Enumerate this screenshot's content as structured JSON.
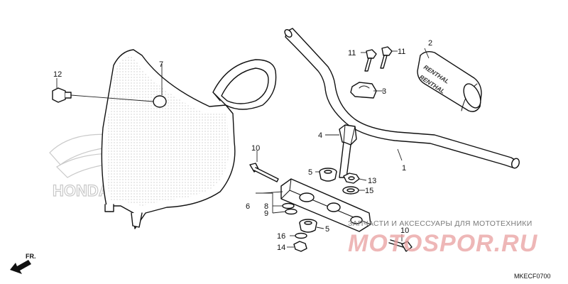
{
  "diagram_code": "MKECF0700",
  "front_label": "FR.",
  "watermark": {
    "text": "ЗАПЧАСТИ И АКСЕССУАРЫ ДЛЯ МОТОТЕХНИКИ",
    "logo": "MOTOSPOR.RU",
    "color": "#e07070"
  },
  "brand_mark": "HONDA",
  "pad_brand": "RENTHAL",
  "callouts": {
    "c1": "1",
    "c2": "2",
    "c3": "3",
    "c4": "4",
    "c5a": "5",
    "c5b": "5",
    "c6": "6",
    "c7": "7",
    "c8": "8",
    "c9": "9",
    "c10a": "10",
    "c10b": "10",
    "c11a": "11",
    "c11b": "11",
    "c12": "12",
    "c13": "13",
    "c14": "14",
    "c15": "15",
    "c16": "16"
  }
}
